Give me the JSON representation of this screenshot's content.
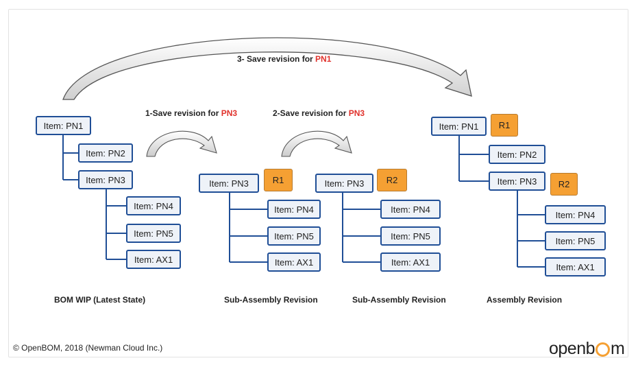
{
  "arrows": {
    "top": {
      "prefix": "3- Save revision for ",
      "pn": "PN1"
    },
    "first": {
      "prefix": "1-Save revision for ",
      "pn": "PN3"
    },
    "second": {
      "prefix": "2-Save revision for ",
      "pn": "PN3"
    }
  },
  "wip": {
    "root": "Item: PN1",
    "child1": "Item: PN2",
    "child2": "Item: PN3",
    "sub1": "Item: PN4",
    "sub2": "Item: PN5",
    "sub3": "Item: AX1",
    "caption": "BOM WIP (Latest State)"
  },
  "sub_rev1": {
    "root": "Item: PN3",
    "badge": "R1",
    "sub1": "Item: PN4",
    "sub2": "Item: PN5",
    "sub3": "Item: AX1",
    "caption": "Sub-Assembly Revision"
  },
  "sub_rev2": {
    "root": "Item: PN3",
    "badge": "R2",
    "sub1": "Item: PN4",
    "sub2": "Item: PN5",
    "sub3": "Item: AX1",
    "caption": "Sub-Assembly Revision"
  },
  "asm_rev": {
    "root": "Item: PN1",
    "root_badge": "R1",
    "child1": "Item: PN2",
    "child2": "Item: PN3",
    "child2_badge": "R2",
    "sub1": "Item: PN4",
    "sub2": "Item: PN5",
    "sub3": "Item: AX1",
    "caption": "Assembly Revision"
  },
  "footer": "© OpenBOM, 2018 (Newman Cloud Inc.)",
  "logo": {
    "left": "openb",
    "right": "m"
  },
  "colors": {
    "node_border": "#1f4e96",
    "node_fill": "#eef2f8",
    "badge": "#f5a033",
    "highlight": "#e0312b",
    "arrow_fill": "#d6d6d6"
  }
}
